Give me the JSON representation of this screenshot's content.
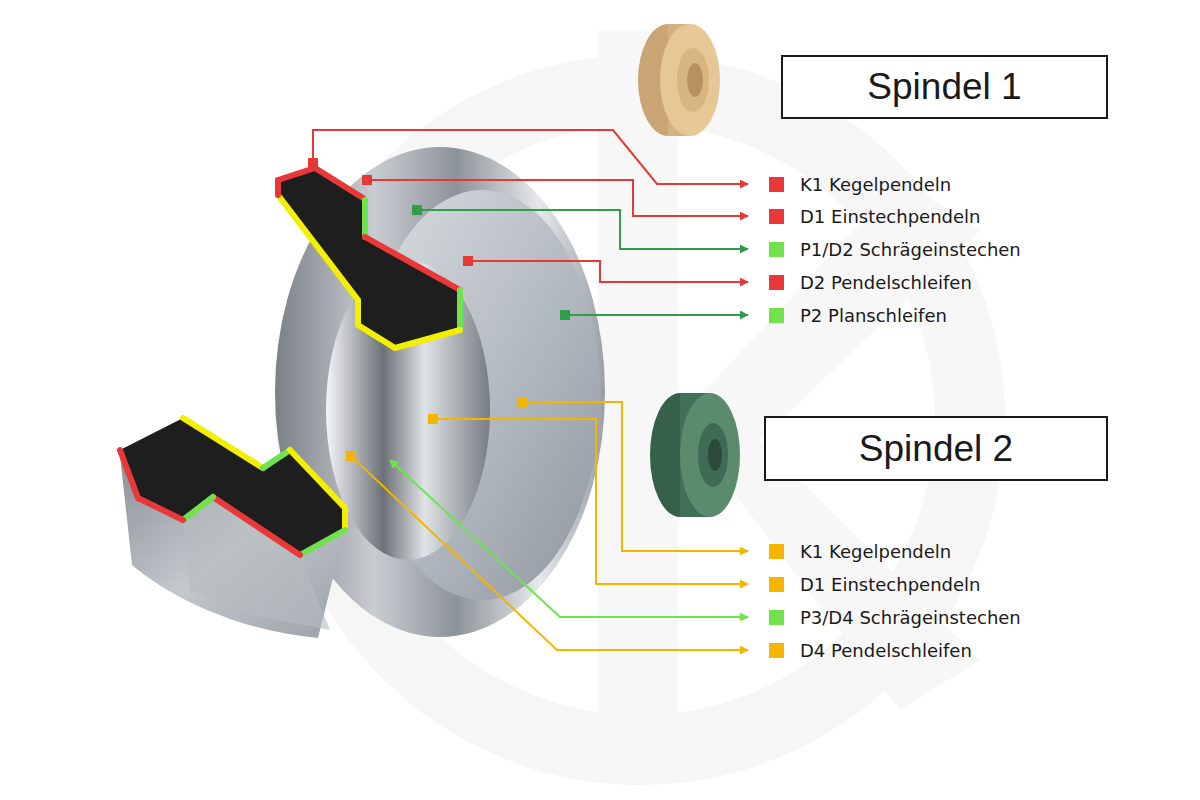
{
  "diagram": {
    "nodes": [
      {
        "text": [
          "Spindel 1"
        ]
      },
      {
        "text": [
          "Spindel 2"
        ]
      }
    ],
    "legend": [
      {
        "text": "K1 Kegelpendeln",
        "color": "#e8383a"
      },
      {
        "text": "D1 Einstechpendeln",
        "color": "#e8383a"
      },
      {
        "text": "P1/D2 Schrägeinstechen",
        "color": "#6fe24c"
      },
      {
        "text": "D2 Pendelschleifen",
        "color": "#e8383a"
      },
      {
        "text": "P2 Planschleifen",
        "color": "#6fe24c"
      },
      {
        "text": "K1 Kegelpendeln",
        "color": "#f6b500"
      },
      {
        "text": "D1 Einstechpendeln",
        "color": "#f6b500"
      },
      {
        "text": "P3/D4 Schrägeinstechen",
        "color": "#6fe24c"
      },
      {
        "text": "D4 Pendelschleifen",
        "color": "#f6b500"
      }
    ]
  }
}
